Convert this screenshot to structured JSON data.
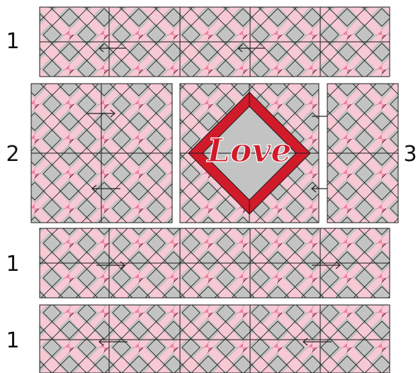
{
  "colors": {
    "light_pink": "#f7c9d4",
    "mid_pink": "#ee82a3",
    "gray": "#c3c3c3",
    "red": "#d11b2a",
    "outline": "#1a1a1a",
    "arrow": "#222222"
  },
  "row_labels": [
    "1",
    "2",
    "3",
    "1",
    "1"
  ],
  "center_block": {
    "text": "Love"
  },
  "icons": [
    "arrow-icon"
  ]
}
